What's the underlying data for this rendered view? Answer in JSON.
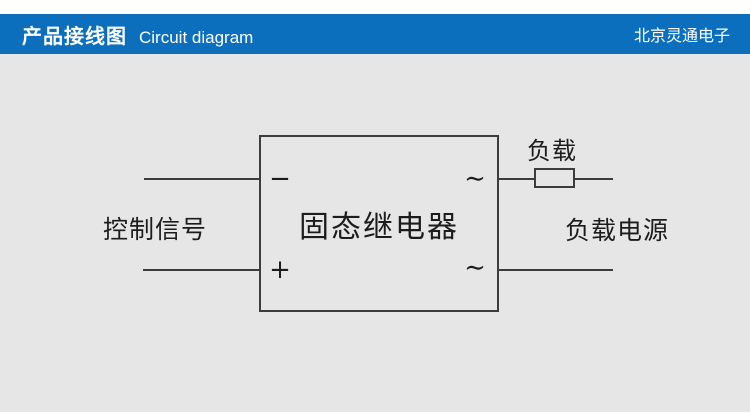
{
  "header": {
    "title_zh": "产品接线图",
    "title_en": "Circuit diagram",
    "company": "北京灵通电子",
    "bar_color": "#0c6fbd",
    "text_color": "#ffffff"
  },
  "diagram": {
    "relay_label": "固态继电器",
    "control_signal_label": "控制信号",
    "load_label": "负载",
    "load_power_label": "负载电源",
    "terminals": {
      "minus": "−",
      "plus": "+",
      "ac_top": "∼",
      "ac_bottom": "∼"
    },
    "colors": {
      "background": "#e6e6e6",
      "line": "#3c3c3c",
      "text": "#1c1c1c"
    }
  }
}
